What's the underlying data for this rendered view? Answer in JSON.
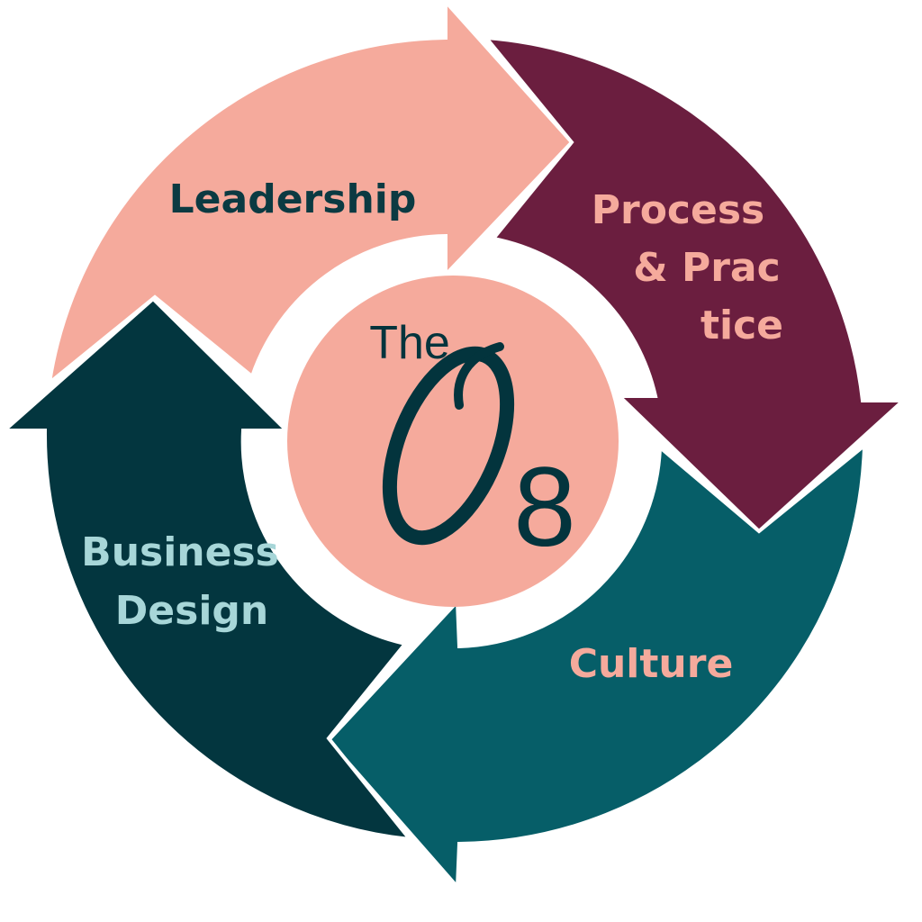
{
  "segments": {
    "leadership": {
      "label": "Leadership",
      "color": "#F5AA9C",
      "text_color": "#0B3A42"
    },
    "process": {
      "line1": "Process",
      "line2": "& Prac",
      "line3": "tice",
      "color": "#6B1E3F",
      "text_color": "#F5AA9C"
    },
    "culture": {
      "label": "Culture",
      "color": "#065E68",
      "text_color": "#F5AA9C"
    },
    "business": {
      "line1": "Business",
      "line2": "Design",
      "color": "#03363F",
      "text_color": "#A7D6D8"
    }
  },
  "center": {
    "prefix": "The",
    "letter": "O",
    "number": "8",
    "color": "#F5AA9C",
    "text_color": "#03343D"
  }
}
